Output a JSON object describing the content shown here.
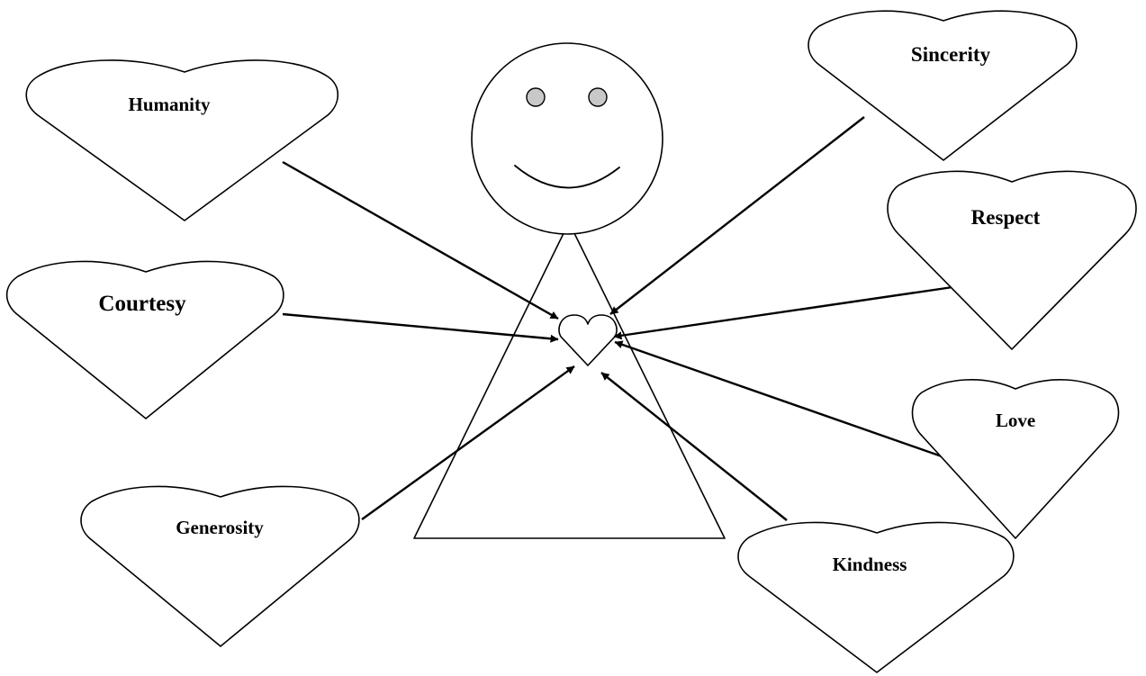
{
  "colors": {
    "line": "#000000",
    "background": "#ffffff",
    "eye_fill": "#c8c8c8"
  },
  "center": {
    "icon": "heart-icon"
  },
  "figure": {
    "head_icon": "smiley-face-icon",
    "body_icon": "triangle-body-icon"
  },
  "values": [
    {
      "key": "humanity",
      "label": "Humanity"
    },
    {
      "key": "courtesy",
      "label": "Courtesy"
    },
    {
      "key": "generosity",
      "label": "Generosity"
    },
    {
      "key": "sincerity",
      "label": "Sincerity"
    },
    {
      "key": "respect",
      "label": "Respect"
    },
    {
      "key": "love",
      "label": "Love"
    },
    {
      "key": "kindness",
      "label": "Kindness"
    }
  ]
}
